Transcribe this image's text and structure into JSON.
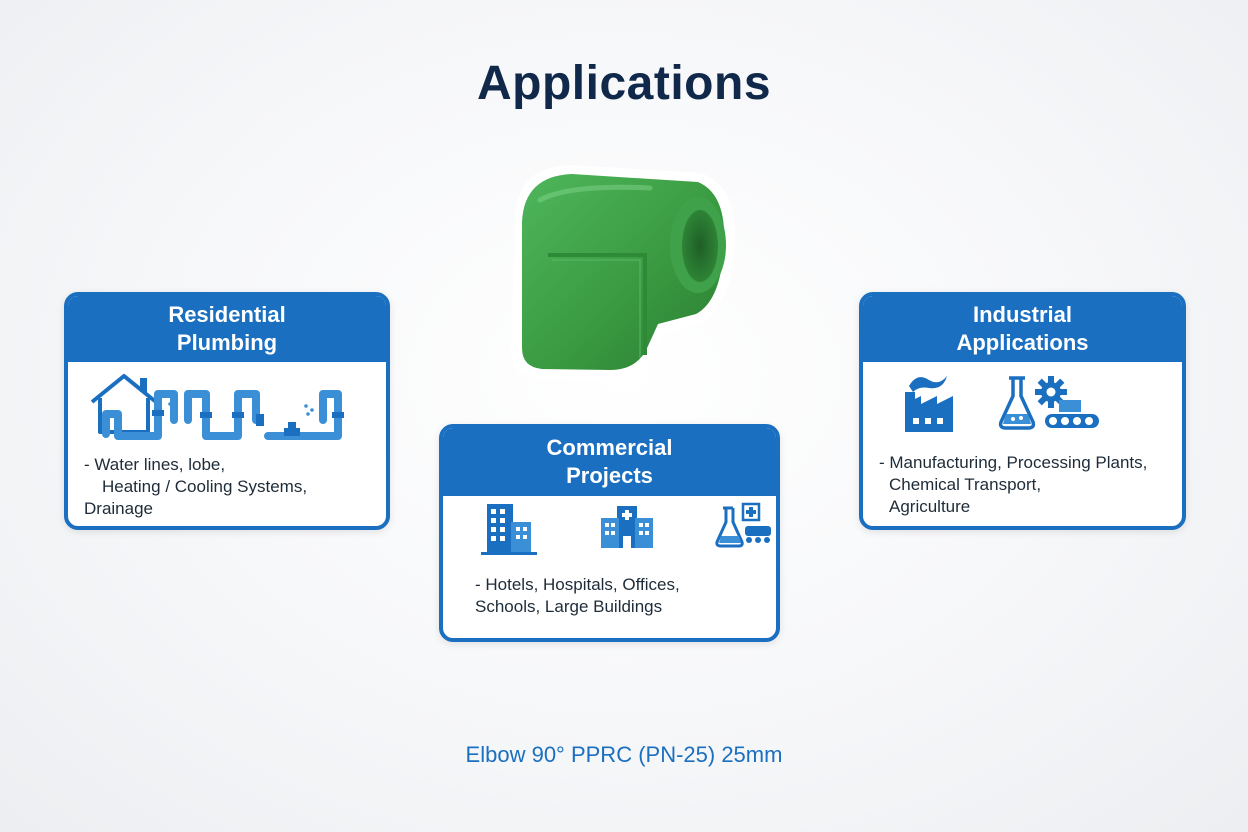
{
  "page": {
    "title": "Applications",
    "caption": "Elbow 90° PPRC (PN-25) 25mm"
  },
  "product": {
    "icon": "green-pprc-elbow-90",
    "color": "#3a9a48"
  },
  "cards": {
    "residential": {
      "title_line1": "Residential",
      "title_line2": "Plumbing",
      "desc_line1": "- Water lines, lobe,",
      "desc_line2": "Heating / Cooling Systems,",
      "desc_line3": "Drainage",
      "icons": [
        "house-icon",
        "pipe-network-icon",
        "shower-icon",
        "valve-icon",
        "faucet-icon"
      ]
    },
    "commercial": {
      "title_line1": "Commercial",
      "title_line2": "Projects",
      "desc_line1": "- Hotels, Hospitals, Offices,",
      "desc_line2": "Schools, Large Buildings",
      "icons": [
        "office-building-icon",
        "hospital-building-icon",
        "lab-flask-icon"
      ]
    },
    "industrial": {
      "title_line1": "Industrial",
      "title_line2": "Applications",
      "desc_line1": "- Manufacturing, Processing Plants,",
      "desc_line2": "Chemical Transport,",
      "desc_line3": "Agriculture",
      "icons": [
        "factory-icon",
        "flask-icon",
        "gear-icon",
        "conveyor-icon"
      ]
    }
  },
  "colors": {
    "accent": "#1b6fc0",
    "title": "#10294a",
    "icon_light": "#3a8fd6",
    "product_green": "#3a9a48"
  }
}
